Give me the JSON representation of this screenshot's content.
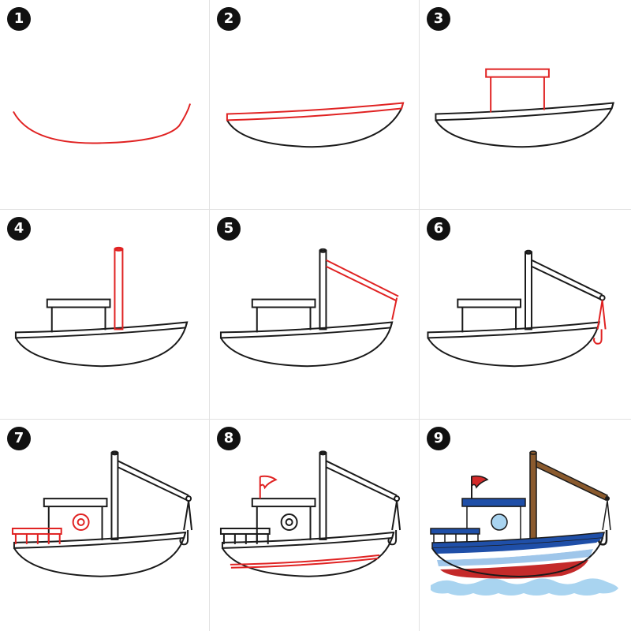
{
  "steps": [
    {
      "number": "1"
    },
    {
      "number": "2"
    },
    {
      "number": "3"
    },
    {
      "number": "4"
    },
    {
      "number": "5"
    },
    {
      "number": "6"
    },
    {
      "number": "7"
    },
    {
      "number": "8"
    },
    {
      "number": "9"
    }
  ],
  "colors": {
    "outline": "#1a1a1a",
    "new_stroke": "#e02222",
    "hull_blue": "#1f4fa8",
    "hull_light_blue": "#9fc6ea",
    "hull_red": "#c42a2a",
    "mast_brown": "#8a5a2e",
    "water": "#a9d4f0",
    "flag_red": "#d42a2a"
  },
  "icons": [
    "boat-drawing-step"
  ]
}
